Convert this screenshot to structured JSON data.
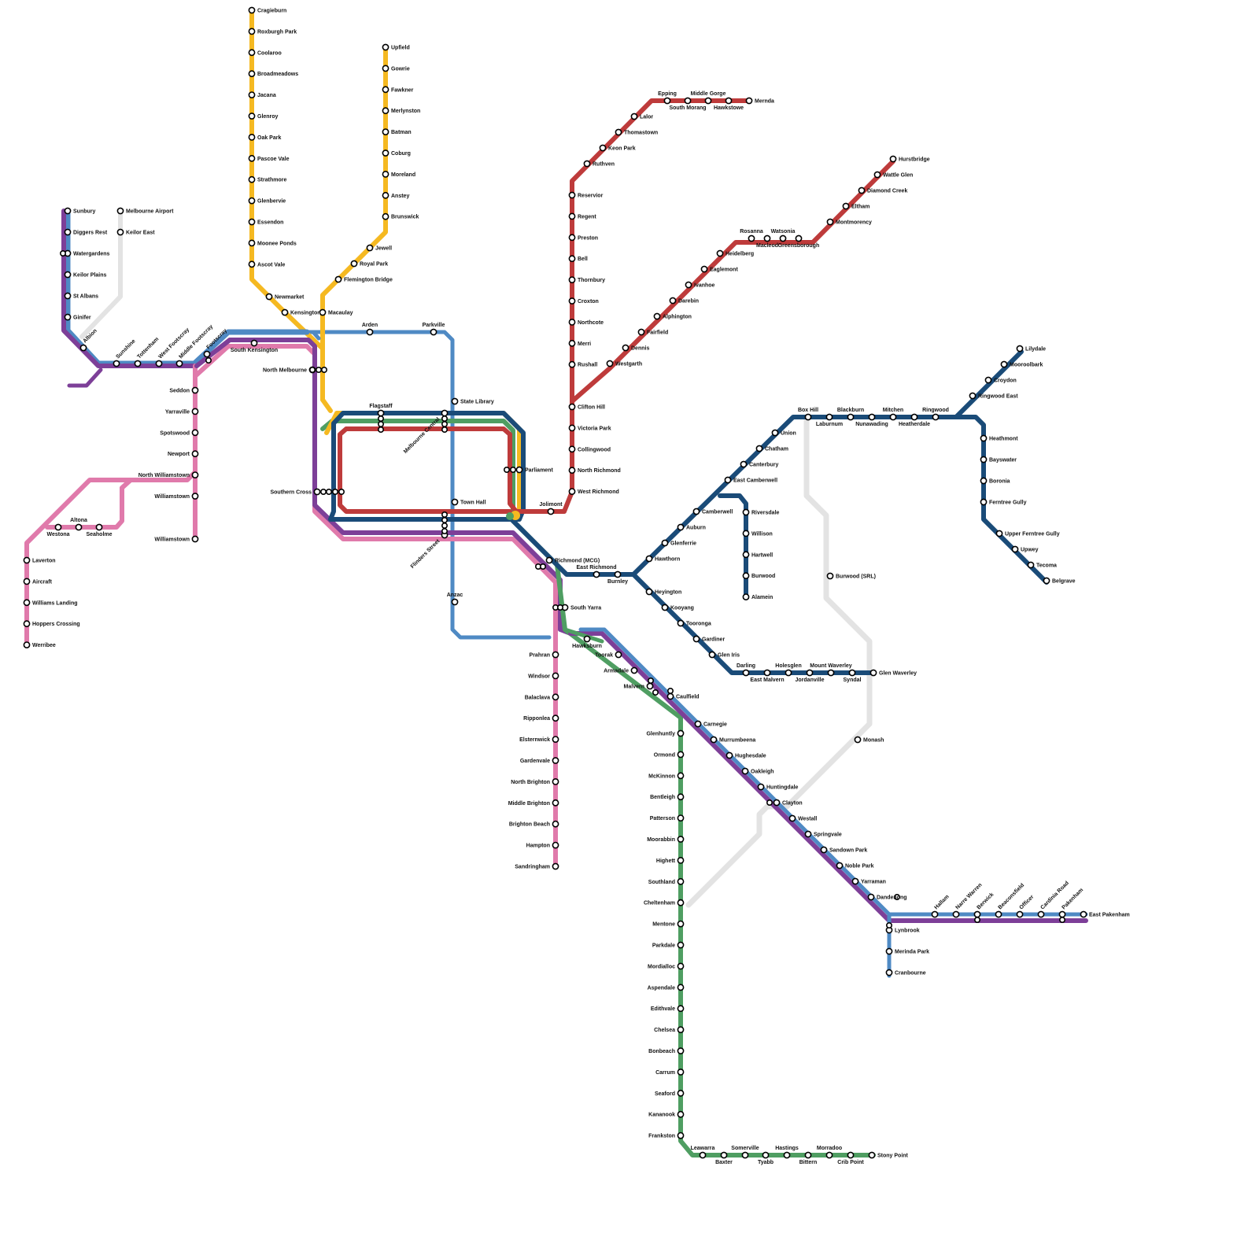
{
  "colors": {
    "red": "#be3b3b",
    "navy": "#1a4b78",
    "yellow": "#f5b921",
    "pink": "#e07aab",
    "purple": "#7d3f98",
    "lightblue": "#4f8ac4",
    "green": "#4f9e62",
    "grey": "#e3e3e3",
    "station_fill": "#ffffff",
    "station_stroke": "#000000"
  },
  "lines": [
    {
      "id": "upfield",
      "color": "yellow"
    },
    {
      "id": "craigieburn",
      "color": "yellow"
    },
    {
      "id": "mernda",
      "color": "red"
    },
    {
      "id": "hurstbridge",
      "color": "red"
    },
    {
      "id": "sunbury",
      "color": "lightblue"
    },
    {
      "id": "airport-link",
      "color": "grey"
    },
    {
      "id": "werribee",
      "color": "pink"
    },
    {
      "id": "williamstown",
      "color": "pink"
    },
    {
      "id": "sandringham",
      "color": "pink"
    },
    {
      "id": "frankston",
      "color": "green"
    },
    {
      "id": "stony-point",
      "color": "green"
    },
    {
      "id": "lilydale-belgrave",
      "color": "navy"
    },
    {
      "id": "alamein",
      "color": "navy"
    },
    {
      "id": "glen-waverley",
      "color": "navy"
    },
    {
      "id": "pakenham",
      "color": "purple"
    },
    {
      "id": "cranbourne",
      "color": "lightblue"
    },
    {
      "id": "metro-tunnel",
      "color": "lightblue"
    },
    {
      "id": "srl",
      "color": "grey"
    }
  ],
  "stations": [
    "Cragieburn",
    "Roxburgh Park",
    "Coolaroo",
    "Broadmeadows",
    "Jacana",
    "Glenroy",
    "Oak Park",
    "Pascoe Vale",
    "Strathmore",
    "Glenbervie",
    "Essendon",
    "Moonee Ponds",
    "Ascot Vale",
    "Newmarket",
    "Kensington",
    "Upfield",
    "Gowrie",
    "Fawkner",
    "Merlynston",
    "Batman",
    "Coburg",
    "Moreland",
    "Anstey",
    "Brunswick",
    "Jewell",
    "Royal Park",
    "Flemington Bridge",
    "Macaulay",
    "Epping",
    "South Morang",
    "Middle Gorge",
    "Hawkstowe",
    "Mernda",
    "Lalor",
    "Thomastown",
    "Keon Park",
    "Ruthven",
    "Reservior",
    "Regent",
    "Preston",
    "Bell",
    "Thornbury",
    "Croxton",
    "Northcote",
    "Merri",
    "Rushall",
    "Clifton Hill",
    "Victoria Park",
    "Collingwood",
    "North Richmond",
    "West Richmond",
    "Jolimont",
    "Hurstbridge",
    "Wattle Glen",
    "Diamond Creek",
    "Eltham",
    "Montmorency",
    "Rosanna",
    "Watsonia",
    "Macleod",
    "Greensborough",
    "Heidelberg",
    "Eaglemont",
    "Ivanhoe",
    "Darebin",
    "Alphington",
    "Fairfield",
    "Dennis",
    "Westgarth",
    "Sunbury",
    "Diggers Rest",
    "Watergardens",
    "Keilor Plains",
    "St Albans",
    "Ginifer",
    "Albion",
    "Sunshine",
    "Tottenham",
    "West Footscray",
    "Middle Footscray",
    "Footscray",
    "South Kensington",
    "North Melbourne",
    "Southern Cross",
    "Flagstaff",
    "Melbourne Central",
    "Parliament",
    "Flinders Street",
    "Richmond (MCG)",
    "South Yarra",
    "Melbourne Airport",
    "Keilor East",
    "Arden",
    "Parkville",
    "State Library",
    "Town Hall",
    "Anzac",
    "Seddon",
    "Yarraville",
    "Spotswood",
    "Newport",
    "North Williamstown",
    "Williamstown",
    "Westona",
    "Altona",
    "Seaholme",
    "Laverton",
    "Aircraft",
    "Williams Landing",
    "Hoppers Crossing",
    "Werribee",
    "Prahran",
    "Windsor",
    "Balaclava",
    "Ripponlea",
    "Elsternwick",
    "Gardenvale",
    "North Brighton",
    "Middle Brighton",
    "Brighton Beach",
    "Hampton",
    "Sandringham",
    "Hawksburn",
    "Toorak",
    "Armadale",
    "Malvern",
    "Caulfield",
    "Glenhuntly",
    "Ormond",
    "McKinnon",
    "Bentleigh",
    "Patterson",
    "Moorabbin",
    "Highett",
    "Southland",
    "Cheltenham",
    "Mentone",
    "Parkdale",
    "Mordialloc",
    "Aspendale",
    "Edithvale",
    "Chelsea",
    "Bonbeach",
    "Carrum",
    "Seaford",
    "Kananook",
    "Frankston",
    "Leawarra",
    "Baxter",
    "Somerville",
    "Tyabb",
    "Hastings",
    "Bittern",
    "Morradoo",
    "Crib Point",
    "Stony Point",
    "East Richmond",
    "Burnley",
    "Hawthorn",
    "Glenferrie",
    "Auburn",
    "Camberwell",
    "East Camberwell",
    "Canterbury",
    "Chatham",
    "Union",
    "Box Hill",
    "Laburnum",
    "Blackburn",
    "Nunawading",
    "Mitchen",
    "Heatherdale",
    "Ringwood",
    "Ringwood East",
    "Croydon",
    "Mooroolbark",
    "Lilydale",
    "Heathmont",
    "Bayswater",
    "Boronia",
    "Ferntree Gully",
    "Upper Ferntree Gully",
    "Upwey",
    "Tecoma",
    "Belgrave",
    "Riversdale",
    "Willison",
    "Hartwell",
    "Burwood",
    "Alamein",
    "Heyington",
    "Kooyang",
    "Tooronga",
    "Gardiner",
    "Glen Iris",
    "Darling",
    "East Malvern",
    "Holesglen",
    "Jordanville",
    "Mount Waverley",
    "Syndal",
    "Glen Waverley",
    "Burwood (SRL)",
    "Monash",
    "Carnegie",
    "Murrumbeena",
    "Hughesdale",
    "Oakleigh",
    "Huntingdale",
    "Clayton",
    "Westall",
    "Springvale",
    "Sandown Park",
    "Noble Park",
    "Yarraman",
    "Dandenong",
    "Hallam",
    "Narre Warren",
    "Berwick",
    "Beaconsfield",
    "Officer",
    "Cardinia Road",
    "Pakenham",
    "East Pakenham",
    "Lynbrook",
    "Merinda Park",
    "Cranbourne"
  ]
}
